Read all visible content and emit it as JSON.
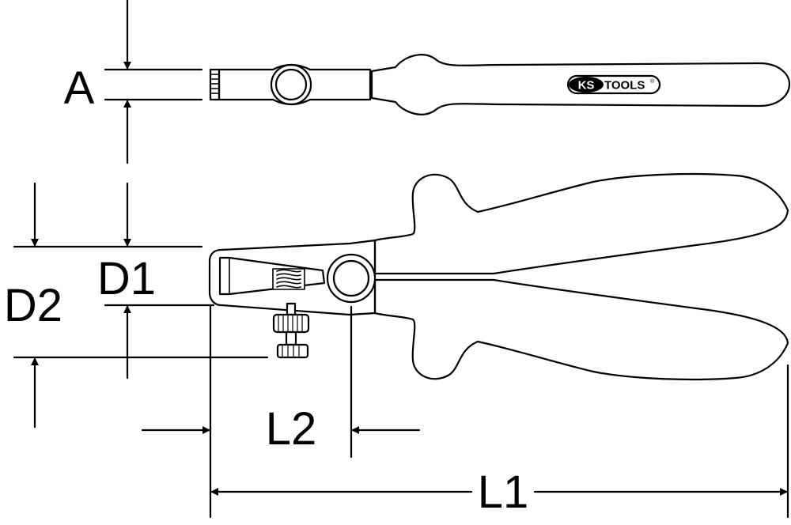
{
  "diagram": {
    "dimension_labels": {
      "a": "A",
      "d1": "D1",
      "d2": "D2",
      "l1": "L1",
      "l2": "L2"
    },
    "brand_logo": {
      "part_ks": "KS",
      "part_tools": "TOOLS",
      "registered_mark": "®"
    },
    "colors": {
      "stroke": "#000000",
      "background": "#ffffff"
    }
  }
}
